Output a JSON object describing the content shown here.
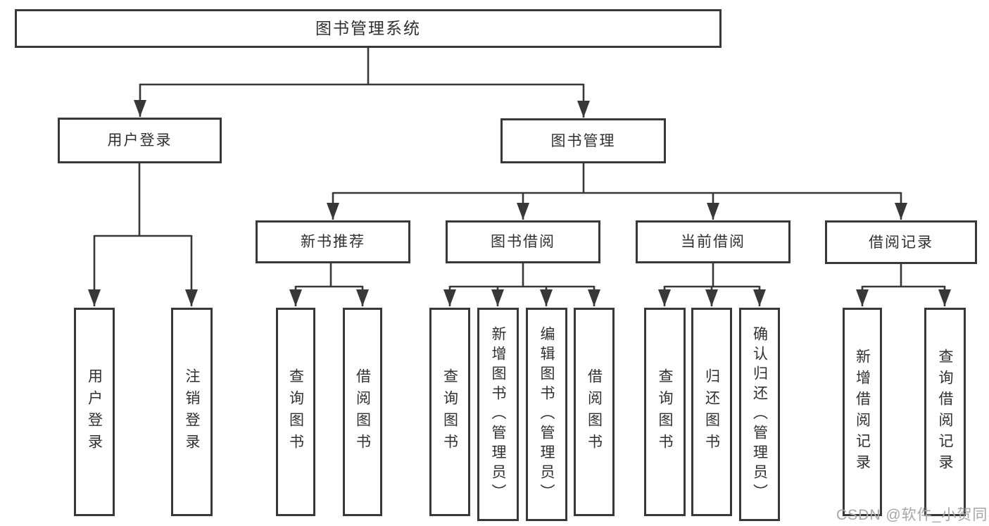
{
  "diagram": {
    "root": "图书管理系统",
    "user_login": "用户登录",
    "book_management": "图书管理",
    "new_book_recommend": "新书推荐",
    "book_borrowing": "图书借阅",
    "current_borrowing": "当前借阅",
    "borrowing_records": "借阅记录",
    "leaves": {
      "user_login": "用户登录",
      "logout": "注销登录",
      "nb_query_books": "查询图书",
      "nb_borrow_books": "借阅图书",
      "bb_query_books": "查询图书",
      "bb_add_books_admin": "新增图书（管理员）",
      "bb_edit_books_admin": "编辑图书（管理员）",
      "bb_borrow_books": "借阅图书",
      "cb_query_books": "查询图书",
      "cb_return_books": "归还图书",
      "cb_confirm_return_admin": "确认归还（管理员）",
      "br_add_record": "新增借阅记录",
      "br_query_record": "查询借阅记录"
    }
  },
  "watermark": "CSDN @软件_小贺同学",
  "colors": {
    "line": "#383838",
    "text": "#303030",
    "watermark": "#a6a6a6",
    "background": "#ffffff"
  }
}
